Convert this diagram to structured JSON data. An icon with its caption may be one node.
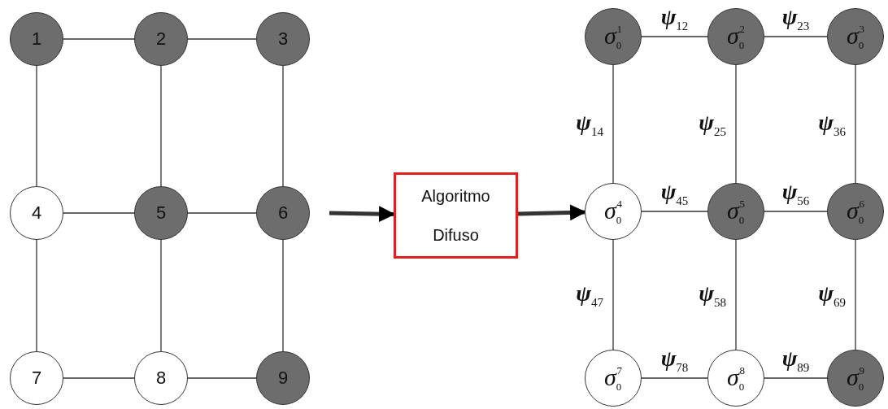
{
  "diagram": {
    "nodes": [
      {
        "text": [
          "1"
        ]
      },
      {
        "text": [
          "2"
        ]
      },
      {
        "text": [
          "3"
        ]
      },
      {
        "text": [
          "4"
        ]
      },
      {
        "text": [
          "5"
        ]
      },
      {
        "text": [
          "6"
        ]
      },
      {
        "text": [
          "7"
        ]
      },
      {
        "text": [
          "8"
        ]
      },
      {
        "text": [
          "9"
        ]
      },
      {
        "text": [
          "Algoritmo Difuso"
        ]
      },
      {
        "text": [
          "σ$_{0}$$^{1}$"
        ]
      },
      {
        "text": [
          "σ$_{0}$$^{2}$"
        ]
      },
      {
        "text": [
          "σ$_{0}$$^{3}$"
        ]
      },
      {
        "text": [
          "σ$_{0}$$^{4}$"
        ]
      },
      {
        "text": [
          "σ$_{0}$$^{5}$"
        ]
      },
      {
        "text": [
          "σ$_{0}$$^{6}$"
        ]
      },
      {
        "text": [
          "σ$_{0}$$^{7}$"
        ]
      },
      {
        "text": [
          "σ$_{0}$$^{8}$"
        ]
      },
      {
        "text": [
          "σ$_{0}$$^{9}$"
        ]
      }
    ],
    "edges": [
      {
        "from": 0,
        "to": 1,
        "arrow": "none"
      },
      {
        "from": 1,
        "to": 2,
        "arrow": "none"
      },
      {
        "from": 0,
        "to": 3,
        "arrow": "none"
      },
      {
        "from": 1,
        "to": 4,
        "arrow": "none"
      },
      {
        "from": 2,
        "to": 5,
        "arrow": "none"
      },
      {
        "from": 3,
        "to": 4,
        "arrow": "none"
      },
      {
        "from": 4,
        "to": 5,
        "arrow": "none"
      },
      {
        "from": 3,
        "to": 6,
        "arrow": "none"
      },
      {
        "from": 4,
        "to": 7,
        "arrow": "none"
      },
      {
        "from": 5,
        "to": 8,
        "arrow": "none"
      },
      {
        "from": 6,
        "to": 7,
        "arrow": "none"
      },
      {
        "from": 7,
        "to": 8,
        "arrow": "none"
      },
      {
        "from": null,
        "to": 9,
        "arrow": "to",
        "style": "thick"
      },
      {
        "from": 9,
        "to": 13,
        "arrow": "to",
        "style": "thick"
      },
      {
        "from": 10,
        "to": 11,
        "arrow": "none",
        "label": "ψ$_{12}$"
      },
      {
        "from": 11,
        "to": 12,
        "arrow": "none",
        "label": "ψ$_{23}$"
      },
      {
        "from": 10,
        "to": 13,
        "arrow": "none",
        "label": "ψ$_{14}$"
      },
      {
        "from": 11,
        "to": 14,
        "arrow": "none",
        "label": "ψ$_{25}$"
      },
      {
        "from": 12,
        "to": 15,
        "arrow": "none",
        "label": "ψ$_{36}$"
      },
      {
        "from": 13,
        "to": 14,
        "arrow": "none",
        "label": "ψ$_{45}$"
      },
      {
        "from": 14,
        "to": 15,
        "arrow": "none",
        "label": "ψ$_{56}$"
      },
      {
        "from": 13,
        "to": 16,
        "arrow": "none",
        "label": "ψ$_{47}$"
      },
      {
        "from": 14,
        "to": 17,
        "arrow": "none",
        "label": "ψ$_{58}$"
      },
      {
        "from": 15,
        "to": 18,
        "arrow": "none",
        "label": "ψ$_{69}$"
      },
      {
        "from": 16,
        "to": 17,
        "arrow": "none",
        "label": "ψ$_{78}$"
      },
      {
        "from": 17,
        "to": 18,
        "arrow": "none",
        "label": "ψ$_{89}$"
      }
    ]
  }
}
